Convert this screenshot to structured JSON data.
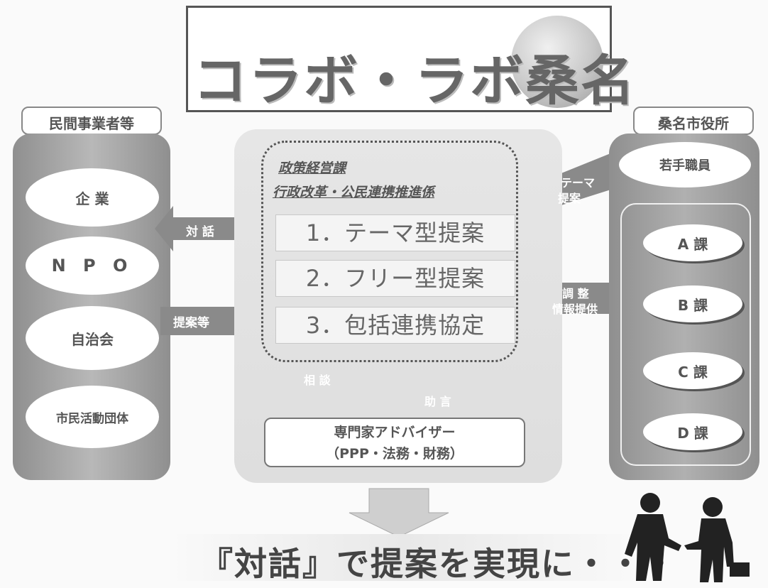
{
  "title": "コラボ・ラボ桑名",
  "left": {
    "header": "民間事業者等",
    "items": [
      "企 業",
      "N P O",
      "自治会",
      "市民活動団体"
    ]
  },
  "center": {
    "dept_1": "政策経営課",
    "dept_2": "行政改革・公民連携推進係",
    "proposals": [
      "1．テーマ型提案",
      "2．フリー型提案",
      "3．包括連携協定"
    ],
    "advisor_line1": "専門家アドバイザー",
    "advisor_line2": "（PPP・法務・財務）",
    "consult_label": "相 談",
    "help_label": "助 言"
  },
  "right": {
    "header": "桑名市役所",
    "top_item": "若手職員",
    "sections": [
      "A 課",
      "B 課",
      "C 課",
      "D 課"
    ]
  },
  "arrows": {
    "dialogue": "対 話",
    "proposal": "提案等",
    "theme_line1": "テーマ",
    "theme_line2": "提案",
    "adjust_line1": "調 整",
    "adjust_line2": "情報提供"
  },
  "bottom": {
    "text": "『対話』で提案を実現に・・・"
  }
}
